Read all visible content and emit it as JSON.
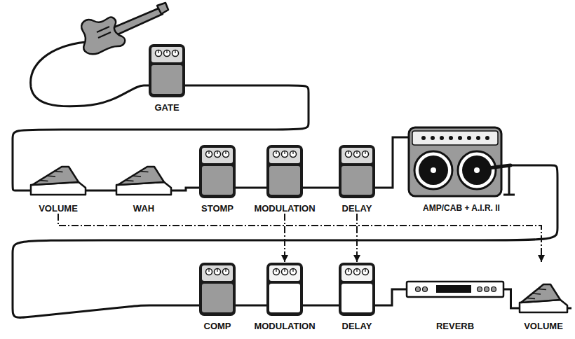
{
  "diagram": {
    "nodes": [
      {
        "text": [
          "GATE"
        ]
      },
      {
        "text": [
          "VOLUME"
        ]
      },
      {
        "text": [
          "WAH"
        ]
      },
      {
        "text": [
          "STOMP"
        ]
      },
      {
        "text": [
          "MODULATION"
        ]
      },
      {
        "text": [
          "DELAY"
        ]
      },
      {
        "text": [
          "AMP/CAB + A.I.R. II"
        ]
      },
      {
        "text": [
          "COMP"
        ]
      },
      {
        "text": [
          "MODULATION"
        ]
      },
      {
        "text": [
          "DELAY"
        ]
      },
      {
        "text": [
          "REVERB"
        ]
      },
      {
        "text": [
          "VOLUME"
        ]
      }
    ],
    "edges": [
      {
        "from": 0,
        "to": 1,
        "arrow": "none"
      },
      {
        "from": 1,
        "to": 2,
        "arrow": "none"
      },
      {
        "from": 2,
        "to": 3,
        "arrow": "none"
      },
      {
        "from": 3,
        "to": 4,
        "arrow": "none"
      },
      {
        "from": 4,
        "to": 5,
        "arrow": "none"
      },
      {
        "from": 5,
        "to": 6,
        "arrow": "none"
      },
      {
        "from": 6,
        "to": 7,
        "arrow": "none"
      },
      {
        "from": 7,
        "to": 8,
        "arrow": "none"
      },
      {
        "from": 8,
        "to": 9,
        "arrow": "none"
      },
      {
        "from": 9,
        "to": 10,
        "arrow": "none"
      },
      {
        "from": 10,
        "to": 11,
        "arrow": "none"
      },
      {
        "from": 1,
        "to": 11,
        "arrow": "to"
      },
      {
        "from": 4,
        "to": 8,
        "arrow": "to"
      },
      {
        "from": 5,
        "to": 9,
        "arrow": "to"
      }
    ]
  }
}
